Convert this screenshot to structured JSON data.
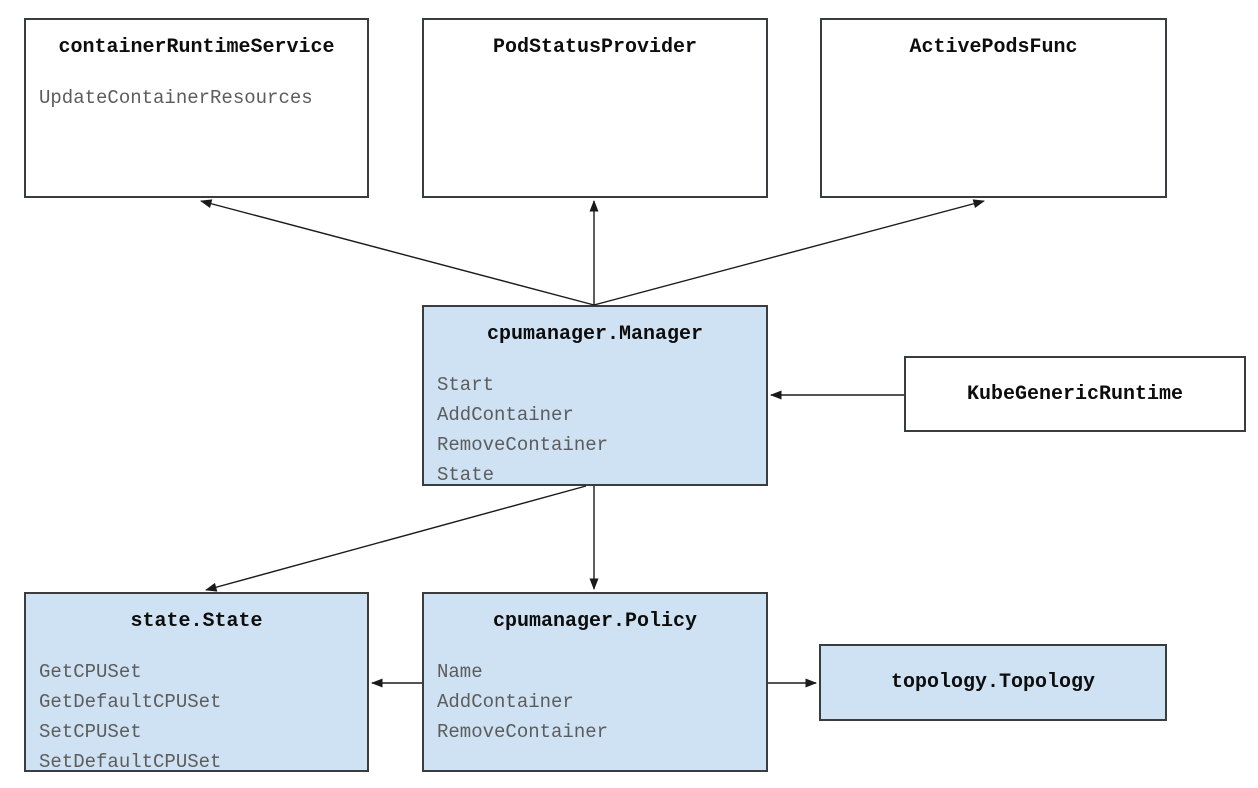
{
  "colors": {
    "box_fill_blue": "#cfe2f3",
    "box_fill_white": "#ffffff",
    "box_border": "#3a3d40",
    "title_text": "#0d0d0d",
    "method_text": "#5c5c5c",
    "arrow": "#1a1a1a"
  },
  "boxes": {
    "container_runtime_service": {
      "title": "containerRuntimeService",
      "methods": [
        "UpdateContainerResources"
      ]
    },
    "pod_status_provider": {
      "title": "PodStatusProvider",
      "methods": []
    },
    "active_pods_func": {
      "title": "ActivePodsFunc",
      "methods": []
    },
    "cpumanager_manager": {
      "title": "cpumanager.Manager",
      "methods": [
        "Start",
        "AddContainer",
        "RemoveContainer",
        "State"
      ]
    },
    "kube_generic_runtime": {
      "title": "KubeGenericRuntime",
      "methods": []
    },
    "state_state": {
      "title": "state.State",
      "methods": [
        "GetCPUSet",
        "GetDefaultCPUSet",
        "SetCPUSet",
        "SetDefaultCPUSet"
      ]
    },
    "cpumanager_policy": {
      "title": "cpumanager.Policy",
      "methods": [
        "Name",
        "AddContainer",
        "RemoveContainer"
      ]
    },
    "topology_topology": {
      "title": "topology.Topology",
      "methods": []
    }
  },
  "edges": [
    {
      "from": "cpumanager.Manager",
      "to": "containerRuntimeService"
    },
    {
      "from": "cpumanager.Manager",
      "to": "PodStatusProvider"
    },
    {
      "from": "cpumanager.Manager",
      "to": "ActivePodsFunc"
    },
    {
      "from": "KubeGenericRuntime",
      "to": "cpumanager.Manager"
    },
    {
      "from": "cpumanager.Manager",
      "to": "state.State"
    },
    {
      "from": "cpumanager.Manager",
      "to": "cpumanager.Policy"
    },
    {
      "from": "cpumanager.Policy",
      "to": "state.State"
    },
    {
      "from": "cpumanager.Policy",
      "to": "topology.Topology"
    }
  ]
}
